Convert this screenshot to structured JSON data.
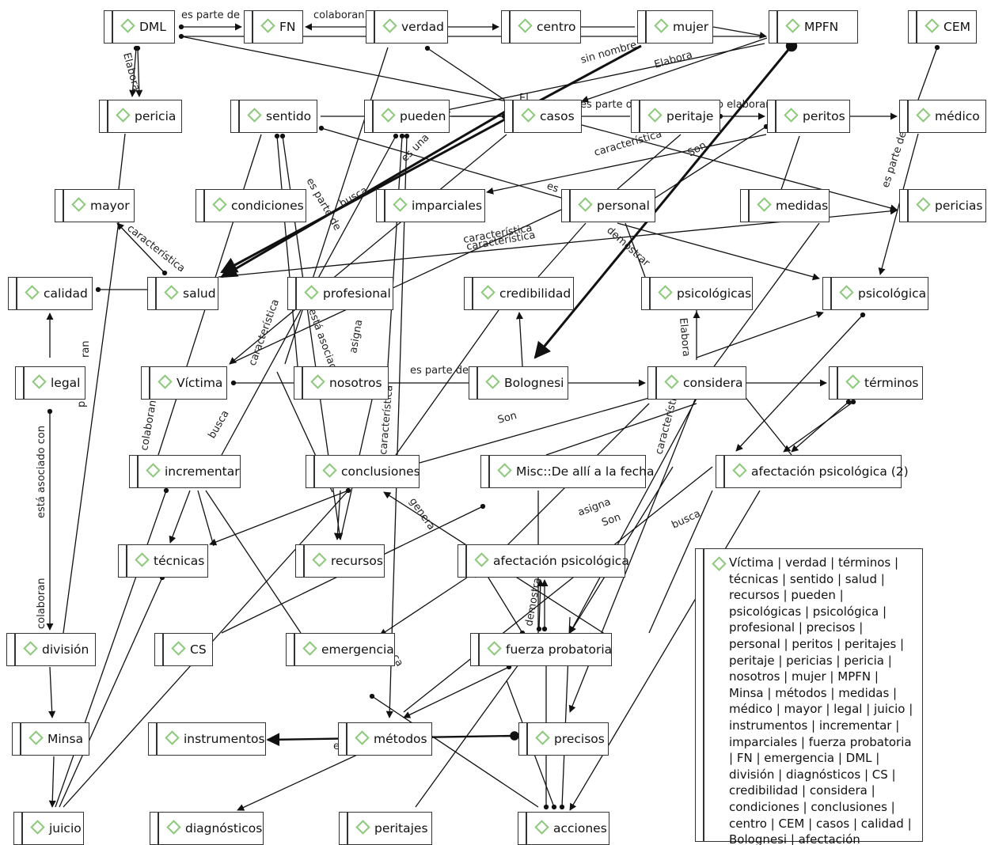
{
  "nodes": {
    "DML": "DML",
    "FN": "FN",
    "verdad": "verdad",
    "centro": "centro",
    "mujer": "mujer",
    "MPFN": "MPFN",
    "CEM": "CEM",
    "pericia": "pericia",
    "sentido": "sentido",
    "pueden": "pueden",
    "casos": "casos",
    "peritaje": "peritaje",
    "peritos": "peritos",
    "medico": "médico",
    "mayor": "mayor",
    "condiciones": "condiciones",
    "imparciales": "imparciales",
    "personal": "personal",
    "medidas": "medidas",
    "pericias": "pericias",
    "calidad": "calidad",
    "salud": "salud",
    "profesional": "profesional",
    "credibilidad": "credibilidad",
    "psicologicas": "psicológicas",
    "psicologica": "psicológica",
    "legal": "legal",
    "victima": "Víctima",
    "nosotros": "nosotros",
    "bolognesi": "Bolognesi",
    "considera": "considera",
    "terminos": "términos",
    "incrementar": "incrementar",
    "conclusiones": "conclusiones",
    "misc": "Misc::De allí a la fecha",
    "afectacion2": "afectación psicológica (2)",
    "tecnicas": "técnicas",
    "recursos": "recursos",
    "afectacion": "afectación psicológica",
    "division": "división",
    "cs": "CS",
    "emergencia": "emergencia",
    "fuerza": "fuerza probatoria",
    "minsa": "Minsa",
    "instrumentos": "instrumentos",
    "metodos": "métodos",
    "precisos": "precisos",
    "juicio": "juicio",
    "diagnosticos": "diagnósticos",
    "peritajes": "peritajes",
    "acciones": "acciones"
  },
  "memo": "Víctima | verdad | términos | técnicas | sentido | salud | recursos | pueden | psicológicas | psicológica | profesional | precisos | personal | peritos | peritajes | peritaje | pericias | pericia | nosotros | mujer | MPFN | Minsa | métodos | medidas | médico | mayor | legal | juicio | instrumentos | incrementar | imparciales | fuerza probatoria | FN | emergencia | DML | división | diagnósticos | CS | credibilidad | considera | condiciones | conclusiones | centro | CEM | casos | calidad | Bolognesi | afectación psicológica | acciones",
  "edge_labels": {
    "es_parte_de": "es parte de",
    "colaboran": "colaboran",
    "elabora": "Elabora",
    "sin_nombre": "sin nombre",
    "caracteristica": "característica",
    "es_una": "es una",
    "busca": "busca",
    "son": "Son",
    "demostrar": "demostrar",
    "asigna": "asigna",
    "genera": "genera",
    "esta_asociado_con": "está asociado con",
    "p_no_elaboran": "o elaboran",
    "caracteristica_cut": "caracteristica",
    "p_fragment": "p",
    "esta_asociado_cut": "está asociado c",
    "genera_cut": "genera",
    "ca_fragment": "ca",
    "e_fragment": "e",
    "el_fragment": "El",
    "es_fragment": "es",
    "es_parte_cut": "es parte de",
    "ran_fragment": "ran",
    "caract_a": "característica"
  }
}
